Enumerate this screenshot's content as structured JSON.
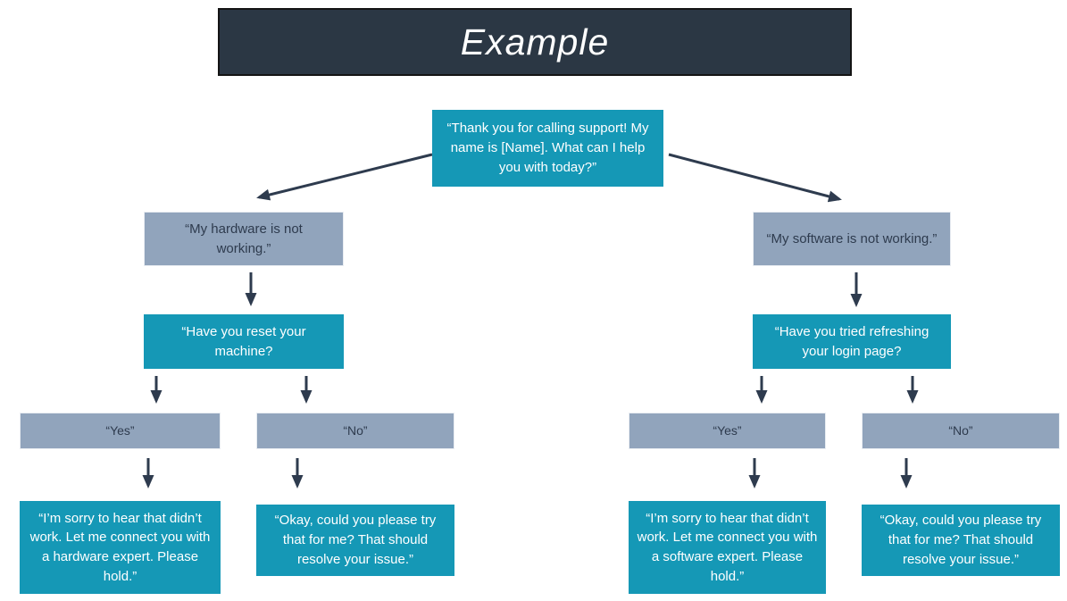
{
  "title": "Example",
  "colors": {
    "teal": "#1598b6",
    "gray_blue": "#91a4bc",
    "dark_navy": "#2b3744",
    "arrow": "#2e3b4e",
    "text_on_teal": "#ffffff",
    "text_on_gray": "#2e3b4e",
    "background": "#ffffff"
  },
  "flowchart": {
    "root": {
      "text": "“Thank you for calling support! My name is [Name]. What can I help you with today?”"
    },
    "branches": [
      {
        "condition": "“My hardware is not working.”",
        "question": "“Have you reset your machine?",
        "answers": [
          {
            "label": "“Yes”",
            "response": "“I’m sorry to hear that didn’t work. Let me connect you with a hardware expert. Please hold.”"
          },
          {
            "label": "“No”",
            "response": "“Okay, could you please try that for me? That should resolve your issue.”"
          }
        ]
      },
      {
        "condition": "“My software is not working.”",
        "question": "“Have you tried refreshing your login page?",
        "answers": [
          {
            "label": "“Yes”",
            "response": "“I’m sorry to hear that didn’t work. Let me connect you with a software expert. Please hold.”"
          },
          {
            "label": "“No”",
            "response": "“Okay, could you please try that for me? That should resolve your issue.”"
          }
        ]
      }
    ]
  }
}
